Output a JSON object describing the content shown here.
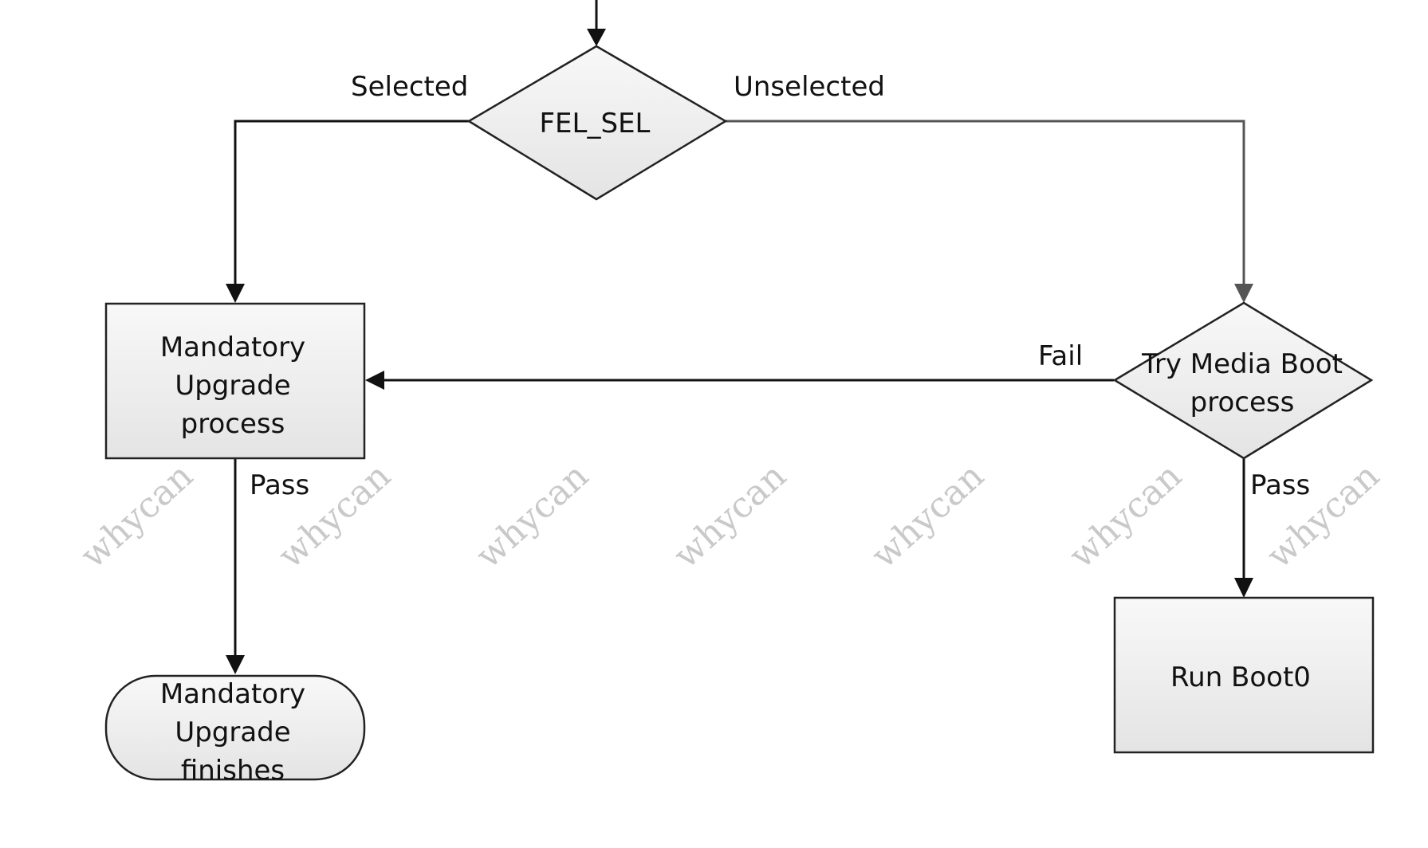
{
  "diagram": {
    "nodes": {
      "fel_sel": {
        "label": "FEL_SEL"
      },
      "mandatory_upgrade": {
        "lines": [
          "Mandatory",
          "Upgrade",
          "process"
        ]
      },
      "try_media_boot": {
        "lines": [
          "Try Media Boot",
          "process"
        ]
      },
      "upgrade_finishes": {
        "lines": [
          "Mandatory",
          "Upgrade",
          "finishes"
        ]
      },
      "run_boot0": {
        "label": "Run Boot0"
      }
    },
    "edges": {
      "selected": "Selected",
      "unselected": "Unselected",
      "fail": "Fail",
      "pass_left": "Pass",
      "pass_right": "Pass"
    },
    "watermark": "whycan",
    "colors": {
      "line": "#111111",
      "line_gray": "#555555",
      "shape_fill_top": "#f7f7f7",
      "shape_fill_bottom": "#e6e6e6",
      "watermark": "#c9c9c9"
    }
  }
}
